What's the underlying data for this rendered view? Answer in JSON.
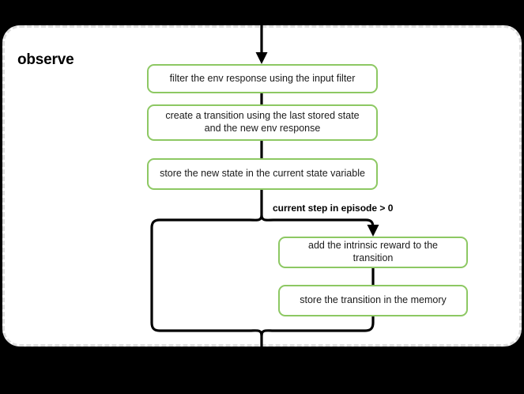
{
  "diagram": {
    "type": "flowchart",
    "background_color": "#000000",
    "canvas_color": "#ffffff",
    "node_border_color": "#8dc863",
    "edge_color": "#000000",
    "group": {
      "title": "observe",
      "border_style": "dashed",
      "border_color": "#dedede"
    },
    "nodes": [
      {
        "id": "filter",
        "label": "filter the env response using the input filter"
      },
      {
        "id": "create",
        "label": "create a transition using the last stored state and the new env response"
      },
      {
        "id": "store_state",
        "label": "store the new state in the current state variable"
      },
      {
        "id": "intrinsic",
        "label": "add the intrinsic reward to the transition"
      },
      {
        "id": "store_mem",
        "label": "store the transition in the memory"
      }
    ],
    "edges": [
      {
        "from": "entry",
        "to": "filter",
        "label": ""
      },
      {
        "from": "filter",
        "to": "create",
        "label": ""
      },
      {
        "from": "create",
        "to": "store_state",
        "label": ""
      },
      {
        "from": "store_state",
        "to": "intrinsic",
        "label": "current step in episode > 0"
      },
      {
        "from": "store_state",
        "to": "merge",
        "label": ""
      },
      {
        "from": "intrinsic",
        "to": "store_mem",
        "label": ""
      },
      {
        "from": "store_mem",
        "to": "merge",
        "label": ""
      },
      {
        "from": "merge",
        "to": "exit",
        "label": ""
      }
    ],
    "labels": {
      "condition": "current step in episode > 0"
    }
  }
}
